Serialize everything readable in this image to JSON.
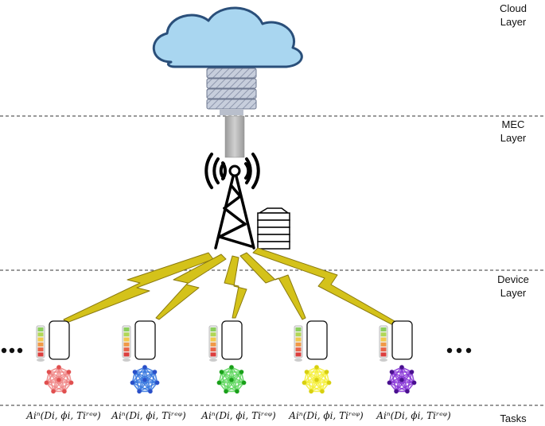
{
  "layers": {
    "cloud": "Cloud\nLayer",
    "mec": "MEC\nLayer",
    "device": "Device\nLayer",
    "tasks": "Tasks"
  },
  "task_formula": "Aiⁿ(Di, ϕi, Tiʳᵉᵠ)",
  "ellipsis": "•••",
  "devices": [
    {
      "color": "#f08a8a",
      "dark": "#e05050"
    },
    {
      "color": "#3b7be0",
      "dark": "#2a50c8"
    },
    {
      "color": "#62d862",
      "dark": "#1aa01a"
    },
    {
      "color": "#f6f040",
      "dark": "#d8d010"
    },
    {
      "color": "#8a3ad8",
      "dark": "#4a1090"
    }
  ],
  "colors": {
    "cloud_fill": "#a9d6f0",
    "cloud_stroke": "#2a4f7a",
    "server_fill": "#c4cad8",
    "bolt_fill": "#d4c21a",
    "bolt_stroke": "#8a7a10"
  }
}
